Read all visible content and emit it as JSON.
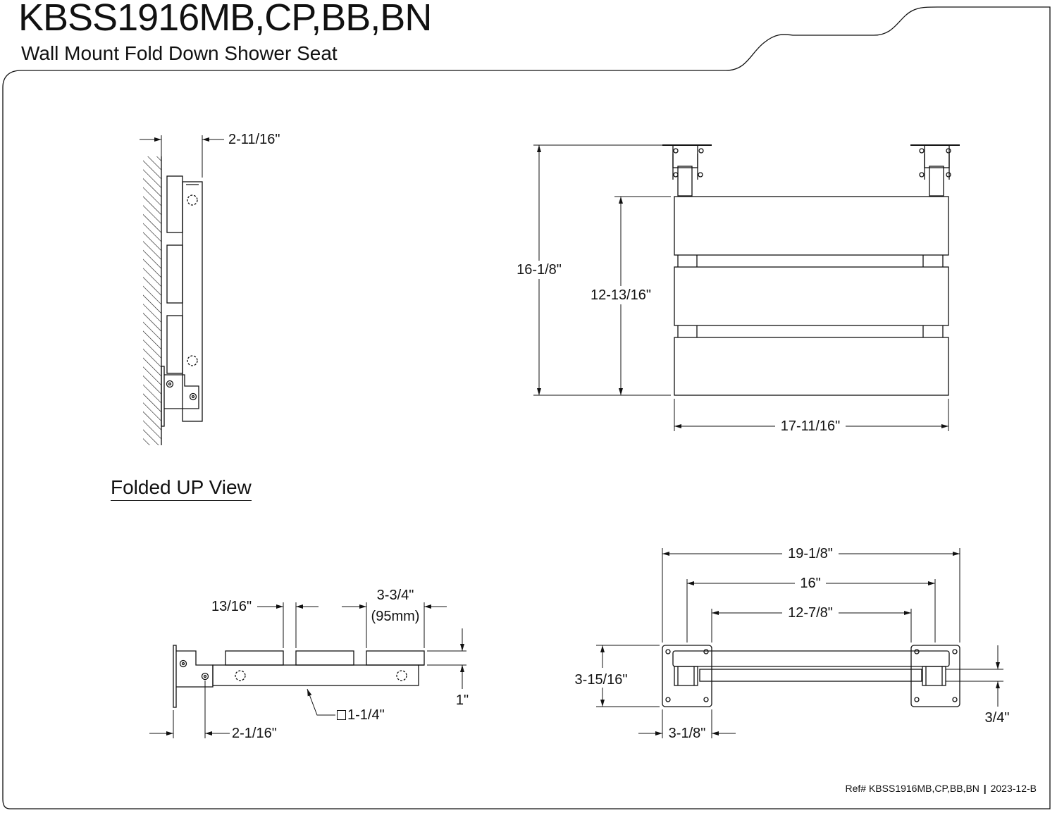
{
  "header": {
    "model": "KBSS1916MB,CP,BB,BN",
    "subtitle": "Wall Mount Fold Down Shower Seat"
  },
  "views": {
    "folded_caption": "Folded UP View"
  },
  "dimensions": {
    "folded_depth": "2-11/16\"",
    "overall_height": "16-1/8\"",
    "seat_depth": "12-13/16\"",
    "seat_width": "17-11/16\"",
    "slat_gap": "13/16\"",
    "slat_width_in": "3-3/4\"",
    "slat_width_mm": "(95mm)",
    "slat_thickness": "1\"",
    "arm_tube": "1-1/4\"",
    "bracket_offset": "2-1/16\"",
    "overall_width": "19-1/8\"",
    "mount_centers": "16\"",
    "inner_width": "12-7/8\"",
    "plate_height": "3-15/16\"",
    "plate_width": "3-1/8\"",
    "rail_height": "3/4\""
  },
  "footer": {
    "ref": "Ref# KBSS1916MB,CP,BB,BN",
    "separator": "|",
    "revision": "2023-12-B"
  }
}
